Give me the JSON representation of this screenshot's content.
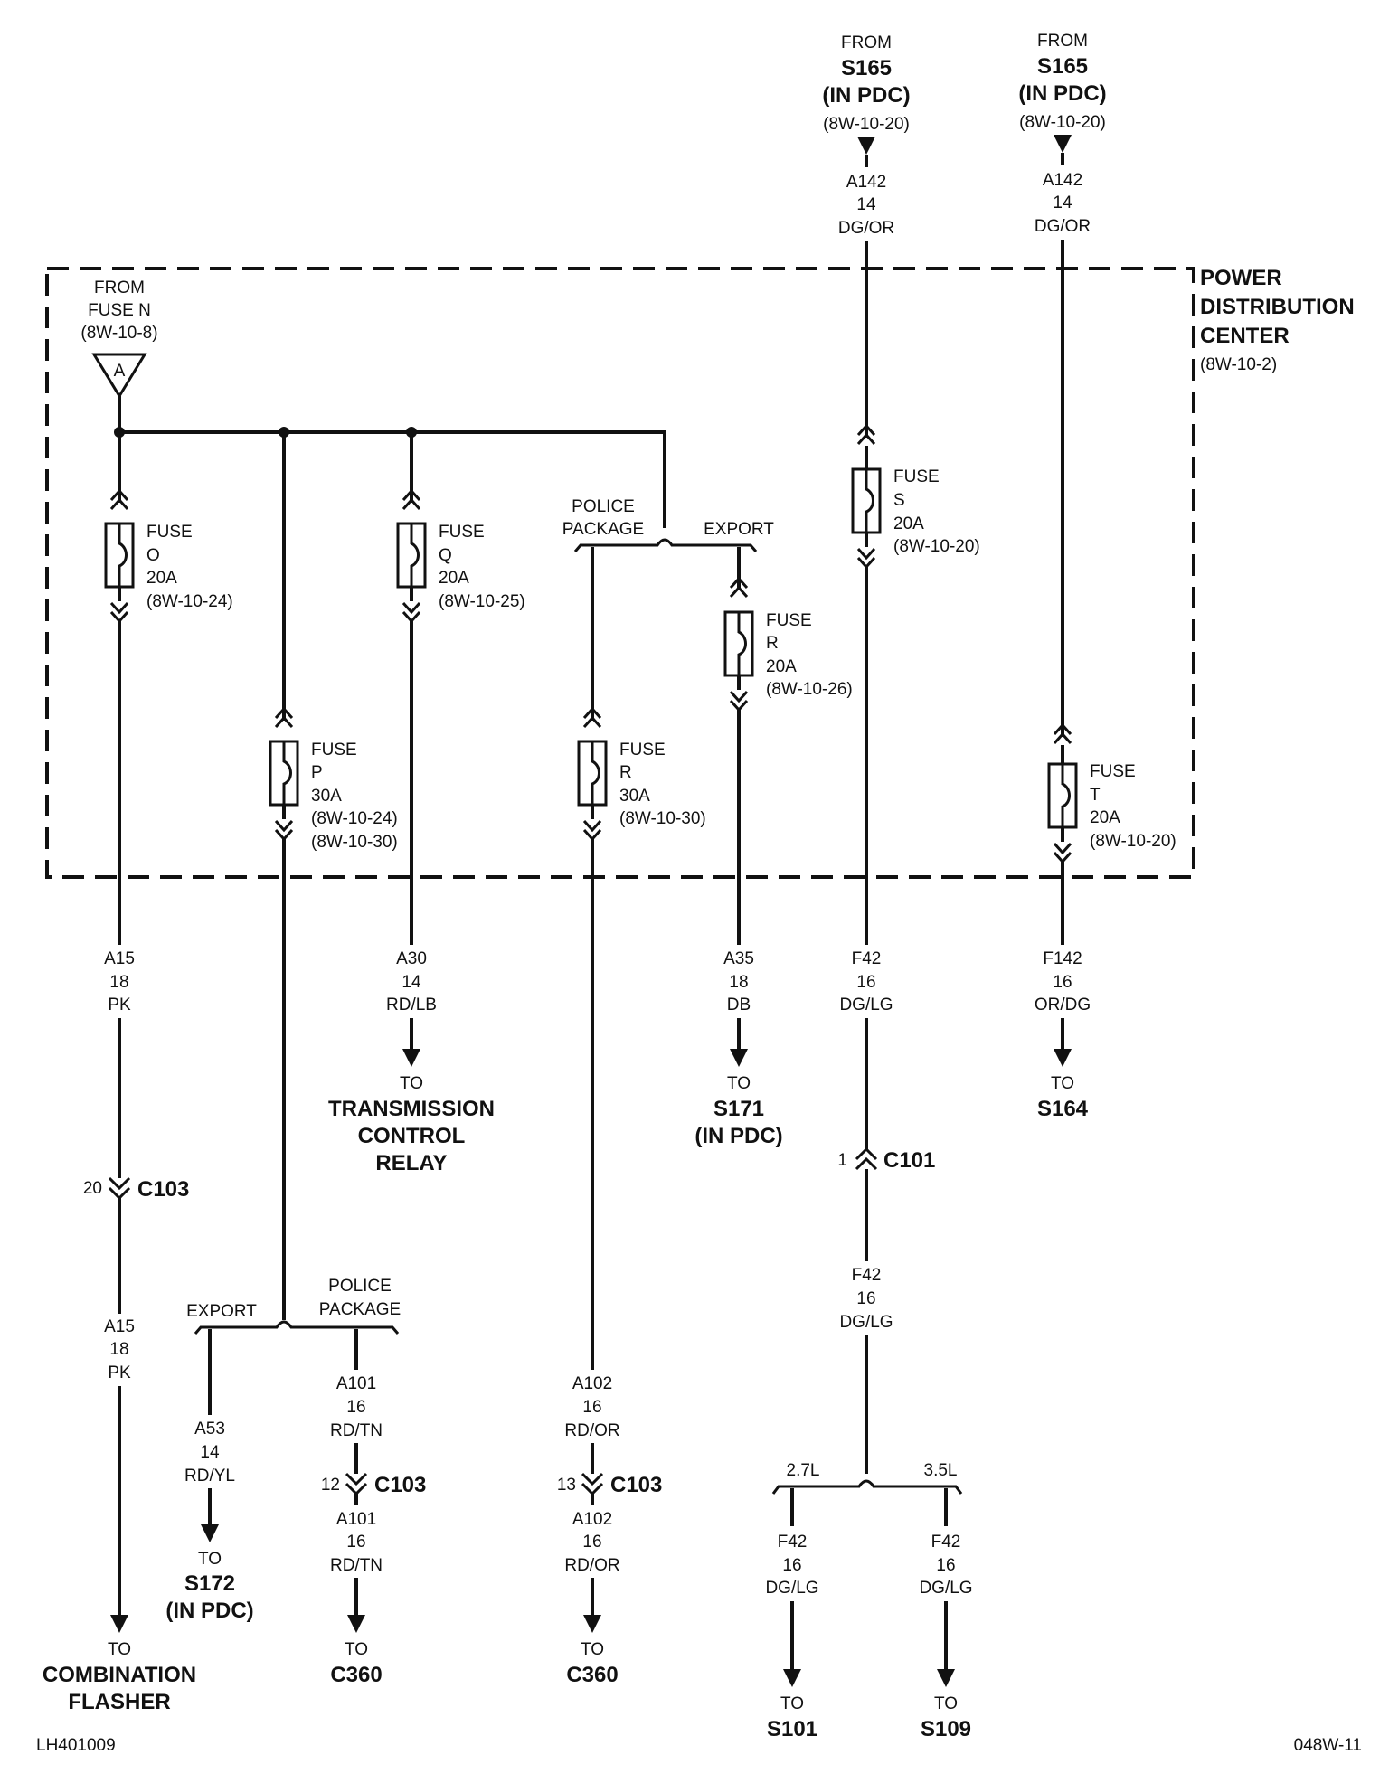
{
  "pdc": {
    "line1": "POWER",
    "line2": "DISTRIBUTION",
    "line3": "CENTER",
    "ref": "(8W-10-2)"
  },
  "src_n": {
    "from": "FROM",
    "name": "FUSE N",
    "ref": "(8W-10-8)",
    "connector": "A"
  },
  "src_s1": {
    "from": "FROM",
    "name": "S165",
    "loc": "(IN PDC)",
    "ref": "(8W-10-20)",
    "c1": "A142",
    "g1": "14",
    "col1": "DG/OR"
  },
  "src_s2": {
    "from": "FROM",
    "name": "S165",
    "loc": "(IN PDC)",
    "ref": "(8W-10-20)",
    "c1": "A142",
    "g1": "14",
    "col1": "DG/OR"
  },
  "fuse_o": {
    "l1": "FUSE",
    "l2": "O",
    "l3": "20A",
    "l4": "(8W-10-24)"
  },
  "fuse_p": {
    "l1": "FUSE",
    "l2": "P",
    "l3": "30A",
    "l4": "(8W-10-24)",
    "l5": "(8W-10-30)"
  },
  "fuse_q": {
    "l1": "FUSE",
    "l2": "Q",
    "l3": "20A",
    "l4": "(8W-10-25)"
  },
  "fuse_r30": {
    "l1": "FUSE",
    "l2": "R",
    "l3": "30A",
    "l4": "(8W-10-30)"
  },
  "fuse_r20": {
    "l1": "FUSE",
    "l2": "R",
    "l3": "20A",
    "l4": "(8W-10-26)"
  },
  "fuse_s": {
    "l1": "FUSE",
    "l2": "S",
    "l3": "20A",
    "l4": "(8W-10-20)"
  },
  "fuse_t": {
    "l1": "FUSE",
    "l2": "T",
    "l3": "20A",
    "l4": "(8W-10-20)"
  },
  "options": {
    "police1": "POLICE",
    "police2": "PACKAGE",
    "export": "EXPORT",
    "l27": "2.7L",
    "l35": "3.5L"
  },
  "w_a15": {
    "c": "A15",
    "g": "18",
    "col": "PK"
  },
  "w_a30": {
    "c": "A30",
    "g": "14",
    "col": "RD/LB"
  },
  "w_a35": {
    "c": "A35",
    "g": "18",
    "col": "DB"
  },
  "w_f42": {
    "c": "F42",
    "g": "16",
    "col": "DG/LG"
  },
  "w_f142": {
    "c": "F142",
    "g": "16",
    "col": "OR/DG"
  },
  "w_a53": {
    "c": "A53",
    "g": "14",
    "col": "RD/YL"
  },
  "w_a101": {
    "c": "A101",
    "g": "16",
    "col": "RD/TN"
  },
  "w_a102": {
    "c": "A102",
    "g": "16",
    "col": "RD/OR"
  },
  "conn": {
    "c103": "C103",
    "c101": "C101",
    "p20": "20",
    "p12": "12",
    "p13": "13",
    "p1": "1"
  },
  "dest": {
    "to": "TO",
    "tcr1": "TRANSMISSION",
    "tcr2": "CONTROL",
    "tcr3": "RELAY",
    "s171": "S171",
    "inpdc": "(IN PDC)",
    "s164": "S164",
    "flash1": "COMBINATION",
    "flash2": "FLASHER",
    "s172": "S172",
    "c360": "C360",
    "s101": "S101",
    "s109": "S109"
  },
  "footer": {
    "left": "LH401009",
    "right": "048W-11"
  }
}
